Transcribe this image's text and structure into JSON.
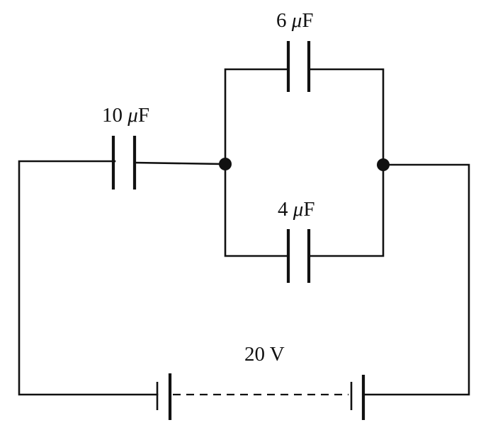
{
  "labels": {
    "cap_6": {
      "value": "6",
      "unit_prefix": "μ",
      "unit": "F"
    },
    "cap_10": {
      "value": "10",
      "unit_prefix": "μ",
      "unit": "F"
    },
    "cap_4": {
      "value": "4",
      "unit_prefix": "μ",
      "unit": "F"
    },
    "battery": {
      "text": "20 V"
    }
  }
}
